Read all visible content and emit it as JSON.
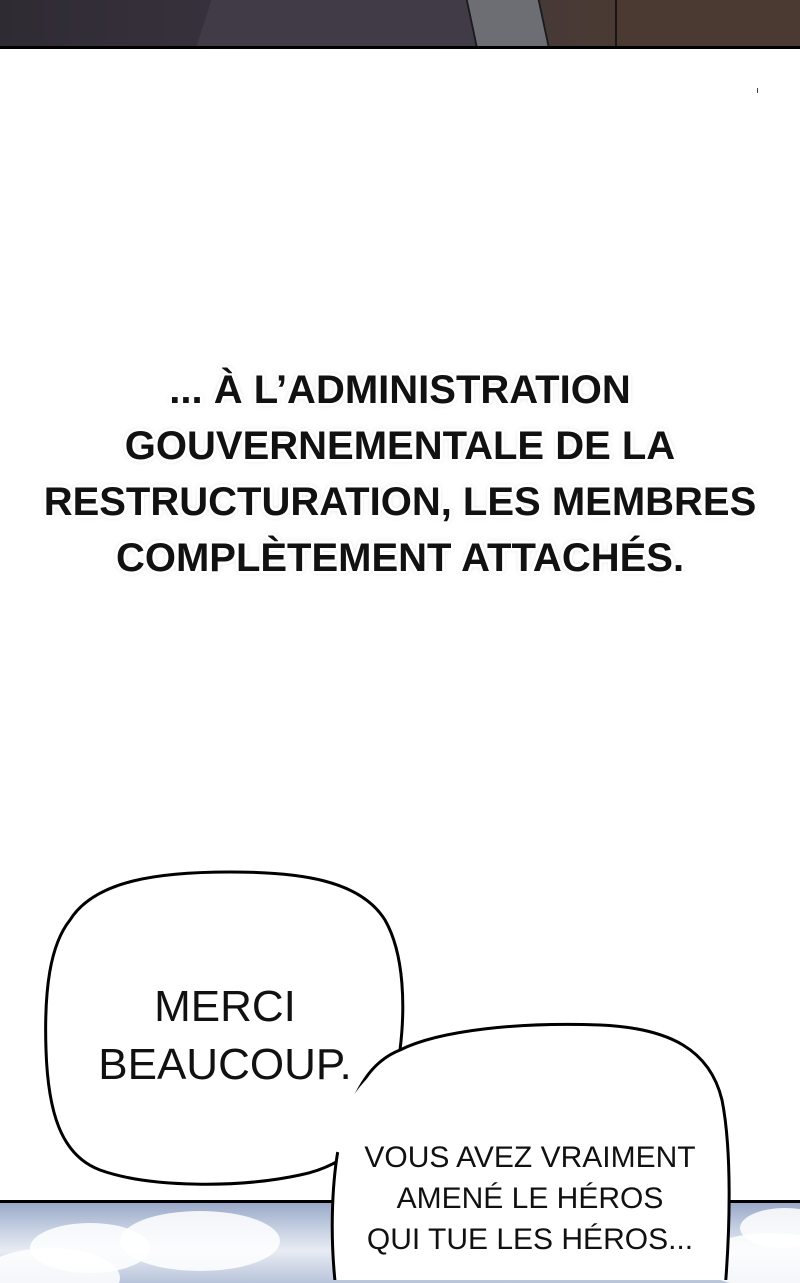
{
  "narration": {
    "lines": [
      "... À L’ADMINISTRATION",
      "GOUVERNEMENTALE DE LA",
      "RESTRUCTURATION, LES MEMBRES",
      "COMPLÈTEMENT ATTACHÉS."
    ]
  },
  "bubble_1": {
    "lines": [
      "MERCI",
      "BEAUCOUP."
    ]
  },
  "bubble_2": {
    "lines": [
      "VOUS AVEZ VRAIMENT",
      "AMENÉ LE HÉROS",
      "QUI TUE LES HÉROS..."
    ]
  },
  "colors": {
    "page_background": "#ffffff",
    "text": "#111111",
    "panel_border": "#000000",
    "sky": "#b8c4da"
  }
}
